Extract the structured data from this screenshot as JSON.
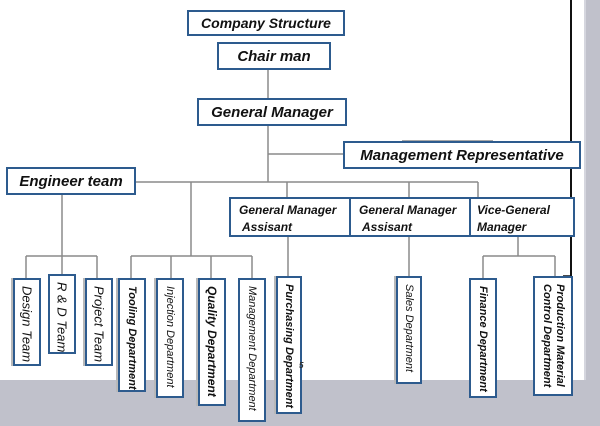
{
  "diagram": {
    "title": "Company Structure",
    "nodes": {
      "chairman": "Chair man",
      "general_manager": "General Manager",
      "management_representative": "Management Representative",
      "engineer_team": "Engineer team",
      "gm_assistant_1": [
        "General Manager",
        "Assisant"
      ],
      "gm_assistant_2": [
        "General Manager",
        "Assisant"
      ],
      "vice_general_manager": [
        "Vice-General",
        "Manager"
      ],
      "design_team": "Design Team",
      "rd_team": "R & D Team",
      "project_team": "Project Team",
      "tooling_department": "Tooling Department",
      "injection_department": "Injection Department",
      "quality_department": "Quality Department",
      "management_department": "Management Department",
      "purchasing_department": "Purchasing Department",
      "sales_department": "Sales Department",
      "finance_department": "Finance Department",
      "production_material_control_department": [
        "Production Material",
        "Control Department"
      ]
    },
    "stray_text": "5"
  },
  "colors": {
    "box_border": "#2d5b8e",
    "connector": "#8a8a8a",
    "background_gray": "#c0c1cb"
  }
}
